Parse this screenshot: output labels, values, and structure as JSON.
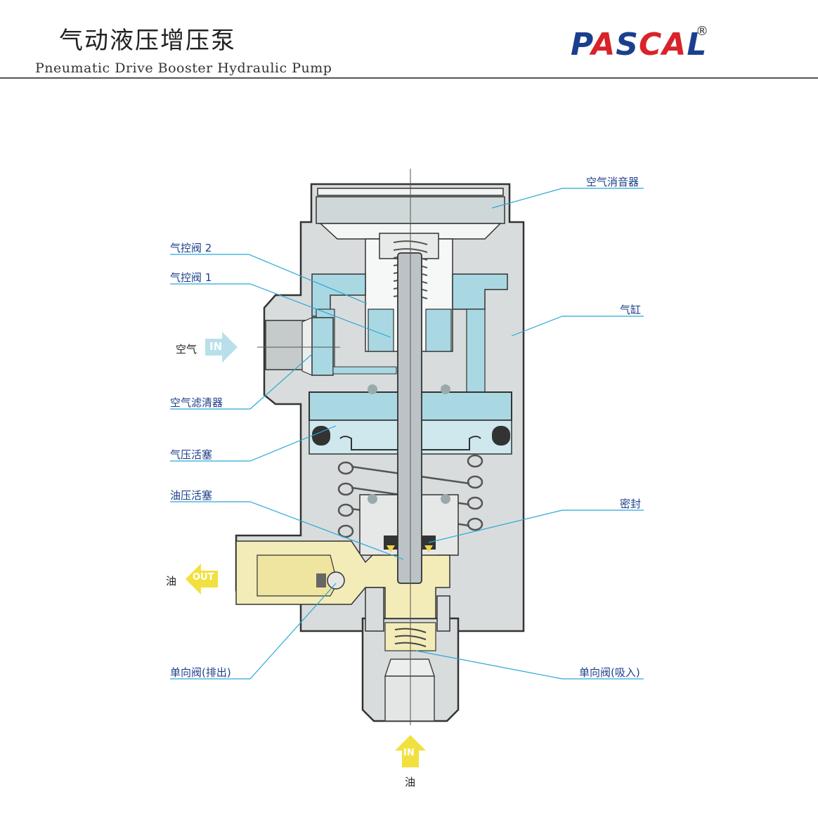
{
  "header": {
    "title_cn": "气动液压增压泵",
    "title_en": "Pneumatic Drive Booster Hydraulic Pump",
    "logo_letters": [
      "P",
      "A",
      "S",
      "C",
      "A",
      "L"
    ],
    "logo_colors": [
      "#1b3f8f",
      "#d8232a",
      "#1b3f8f",
      "#d8232a",
      "#d8232a",
      "#1b3f8f"
    ],
    "registered_mark": "®"
  },
  "labels": {
    "muffler": "空气消音器",
    "air_valve_2": "气控阀 2",
    "air_valve_1": "气控阀 1",
    "cylinder": "气缸",
    "air": "空气",
    "air_in": "IN",
    "air_filter": "空气滤清器",
    "air_piston": "气压活塞",
    "oil_piston": "油压活塞",
    "seal": "密封",
    "oil_out_label": "油",
    "oil_out": "OUT",
    "check_valve_out": "单向阀(排出)",
    "check_valve_in": "单向阀(吸入)",
    "oil_in": "IN",
    "oil_in_label": "油"
  },
  "colors": {
    "body_gray": "#d9dcdc",
    "air_blue": "#a9d8e3",
    "oil_yellow": "#f3ecb8",
    "leader_line": "#29a9d6",
    "label_text": "#1f3f8a",
    "arrow_blue": "#b9e0ea",
    "arrow_yellow": "#f2e040"
  }
}
